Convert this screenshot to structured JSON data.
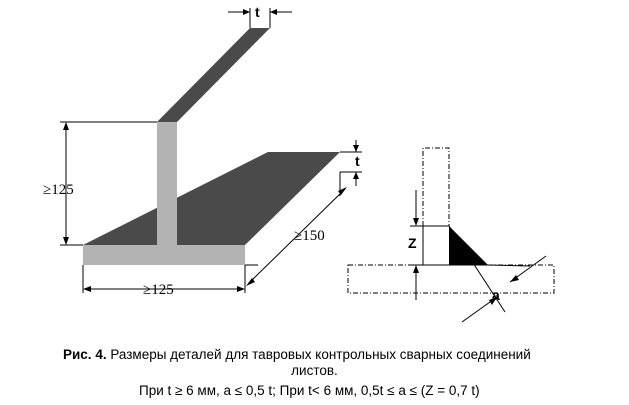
{
  "diagram": {
    "left_labels": {
      "thickness": "t",
      "height": "≥125",
      "width": "≥125",
      "length": "≥150",
      "thickness_base": "t"
    },
    "right_labels": {
      "z": "Z",
      "a": "a"
    },
    "colors": {
      "dark_face": "#4a4a4a",
      "light_face": "#b3b3b3",
      "weld": "#000000"
    }
  },
  "caption": {
    "label": "Рис. 4.",
    "text_line1": " Размеры деталей для тавровых контрольных сварных соединений",
    "text_line2": "листов.",
    "text_line3": "При t ≥ 6 мм, a ≤ 0,5 t;  При t< 6 мм, 0,5t ≤ a ≤ (Z = 0,7 t)"
  }
}
